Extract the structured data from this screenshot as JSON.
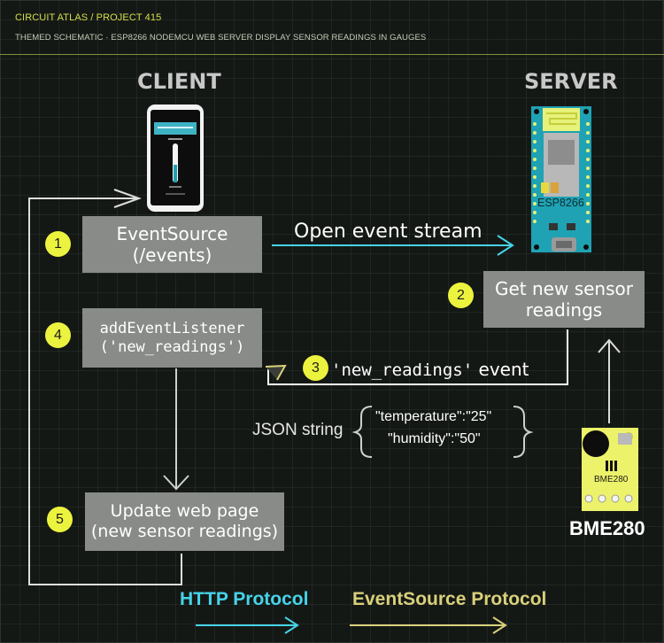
{
  "header": {
    "brand": "CIRCUIT ATLAS / PROJECT 415",
    "subtitle": "THEMED SCHEMATIC · ESP8266 NODEMCU WEB SERVER DISPLAY SENSOR READINGS IN GAUGES"
  },
  "client_title": "CLIENT",
  "server_title": "SERVER",
  "esp_label": "ESP8266",
  "sensor": {
    "chip_text": "BME280",
    "caption": "BME280"
  },
  "steps": [
    {
      "num": "1",
      "line1": "EventSource",
      "line2": "(/events)"
    },
    {
      "num": "2",
      "line1": "Get new sensor",
      "line2": "readings"
    },
    {
      "num": "3"
    },
    {
      "num": "4",
      "line1": "addEventListener",
      "line2": "('new_readings')"
    },
    {
      "num": "5",
      "line1": "Update web page",
      "line2": "(new sensor readings)"
    }
  ],
  "labels": {
    "open_stream": "Open event stream",
    "event_code": "'new_readings'",
    "event_word": " event",
    "json": "JSON string",
    "json_line1": "\"temperature\":\"25\"",
    "json_line2": "\"humidity\":\"50\""
  },
  "legend": [
    {
      "label": "HTTP Protocol",
      "color": "#46d3e8"
    },
    {
      "label": "EventSource Protocol",
      "color": "#d9d07a"
    }
  ],
  "colors": {
    "accent": "#ecf33e",
    "http": "#46d3e8",
    "eventsource": "#d9d07a",
    "box": "#888b88",
    "board": "#1fa2b3"
  }
}
